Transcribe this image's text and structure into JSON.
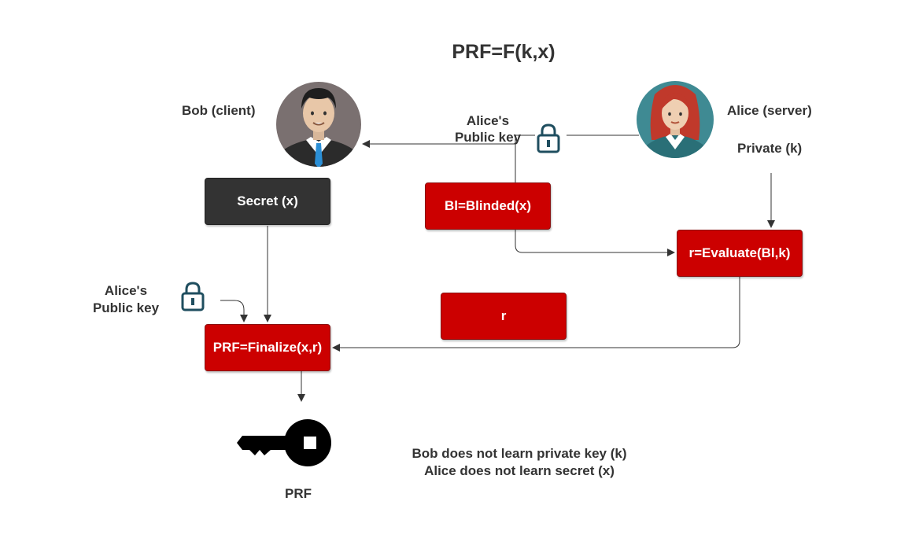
{
  "title": "PRF=F(k,x)",
  "bob": {
    "label": "Bob (client)"
  },
  "alice": {
    "label": "Alice (server)",
    "private_label": "Private (k)"
  },
  "public_key_top": {
    "line1": "Alice's",
    "line2": "Public key"
  },
  "public_key_left": {
    "line1": "Alice's",
    "line2": "Public key"
  },
  "boxes": {
    "secret": "Secret (x)",
    "blinded": "Bl=Blinded(x)",
    "evaluate": "r=Evaluate(Bl,k)",
    "r": "r",
    "finalize": "PRF=Finalize(x,r)"
  },
  "prf_label": "PRF",
  "notes": {
    "line1": "Bob does not learn private key (k)",
    "line2": "Alice does not learn secret (x)"
  },
  "colors": {
    "red_box": "#cc0000",
    "dark_box": "#333333",
    "lock": "#1f4e5f",
    "text": "#333333"
  }
}
